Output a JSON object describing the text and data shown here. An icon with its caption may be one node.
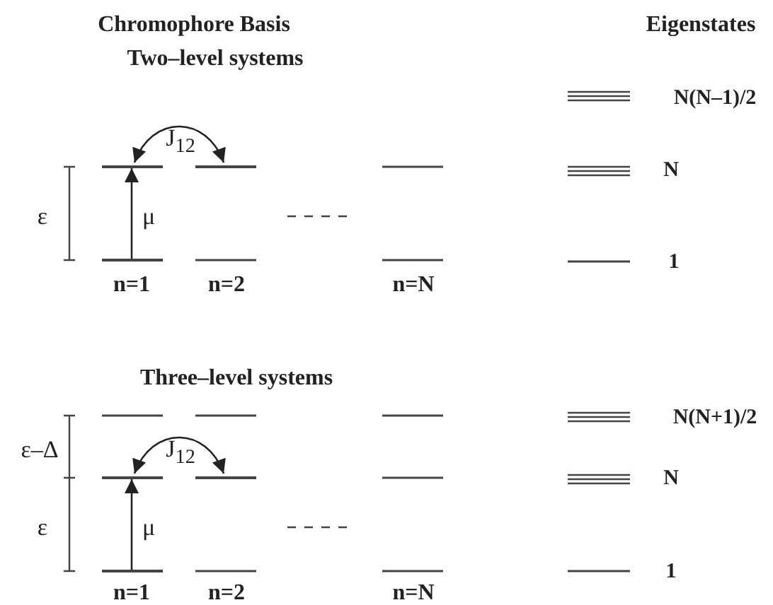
{
  "diagram": {
    "nodes": [
      {
        "text": [],
        "shape": "bar"
      },
      {
        "text": [],
        "shape": "bar"
      },
      {
        "text": [],
        "shape": "bar"
      },
      {
        "text": [],
        "shape": "bar"
      },
      {
        "text": [],
        "shape": "bar"
      },
      {
        "text": [],
        "shape": "bar"
      }
    ],
    "edges": [
      {
        "from": 1,
        "to": 0,
        "arrow": "to",
        "label": "μ"
      },
      {
        "from": 0,
        "to": 2,
        "arrow": "both",
        "label": "J$_{12}$"
      },
      {
        "from": 4,
        "to": 3,
        "arrow": "to",
        "label": "μ"
      },
      {
        "from": 3,
        "to": 5,
        "arrow": "both",
        "label": "J$_{12}$"
      }
    ],
    "labels": [
      "Chromophore Basis",
      "Eigenstates",
      "Two–level systems",
      "N(N–1)/2",
      "ε",
      "N",
      "n=1",
      "n=2",
      "n=N",
      "1",
      "Three–level systems",
      "ε–Δ",
      "N(N+1)/2",
      "ε",
      "N",
      "n=1",
      "n=2",
      "n=N",
      "1"
    ]
  }
}
